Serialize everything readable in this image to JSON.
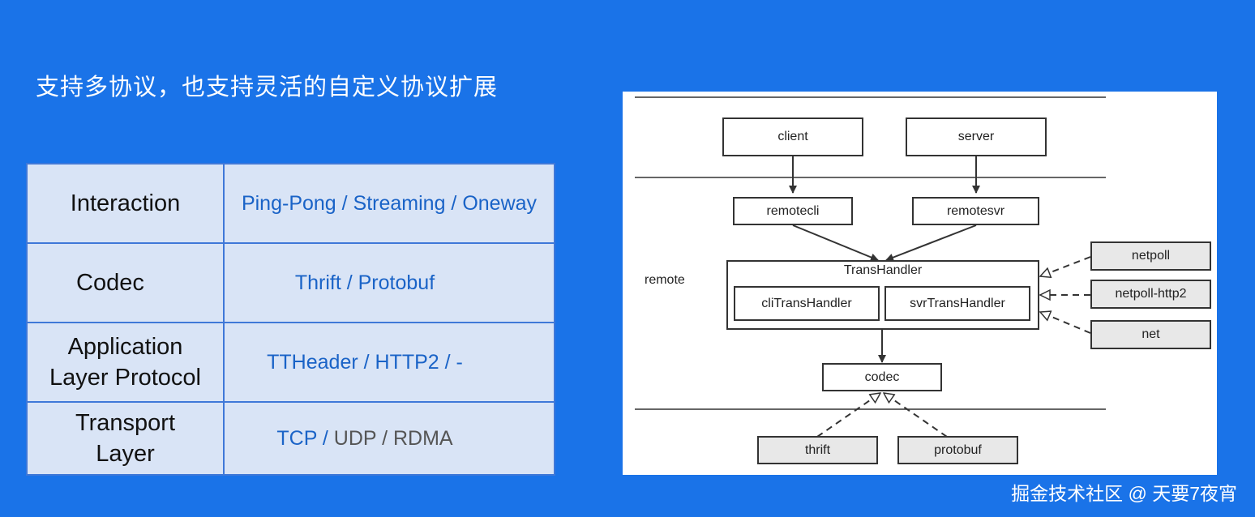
{
  "title": "支持多协议，也支持灵活的自定义协议扩展",
  "table": {
    "rows": [
      {
        "left": "Interaction",
        "right": "Ping-Pong / Streaming / Oneway"
      },
      {
        "left": "Codec",
        "right": "Thrift / Protobuf"
      },
      {
        "left": "Application Layer Protocol",
        "right": "TTHeader / HTTP2 / -"
      },
      {
        "left": "Transport Layer",
        "right_a": "TCP / ",
        "right_b": "UDP / RDMA"
      }
    ]
  },
  "diagram": {
    "client": "client",
    "server": "server",
    "remotecli": "remotecli",
    "remotesvr": "remotesvr",
    "remote": "remote",
    "transhandler": "TransHandler",
    "clitranshandler": "cliTransHandler",
    "svrtranshandler": "svrTransHandler",
    "codec": "codec",
    "netpoll": "netpoll",
    "netpoll_http2": "netpoll-http2",
    "net": "net",
    "thrift": "thrift",
    "protobuf": "protobuf"
  },
  "footer": "掘金技术社区 @ 天要7夜宵"
}
